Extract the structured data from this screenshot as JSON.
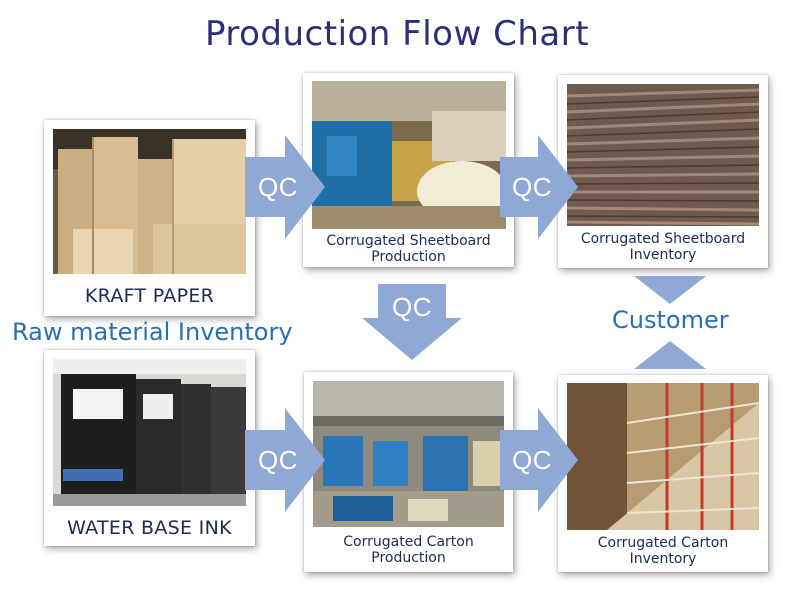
{
  "title": "Production Flow Chart",
  "qc_label": "QC",
  "raw_material_label": "Raw material Inventory",
  "customer_label": "Customer",
  "nodes": {
    "kraft_paper": "KRAFT PAPER",
    "water_base_ink": "WATER BASE INK",
    "sheetboard_production": [
      "Corrugated Sheetboard",
      "Production"
    ],
    "sheetboard_inventory": [
      "Corrugated Sheetboard",
      "Inventory"
    ],
    "carton_production": [
      "Corrugated Carton",
      "Production"
    ],
    "carton_inventory": [
      "Corrugated Carton",
      "Inventory"
    ]
  },
  "colors": {
    "title": "#2e2e78",
    "arrow": "#8fa8d6",
    "side_label": "#2a6fb0"
  }
}
